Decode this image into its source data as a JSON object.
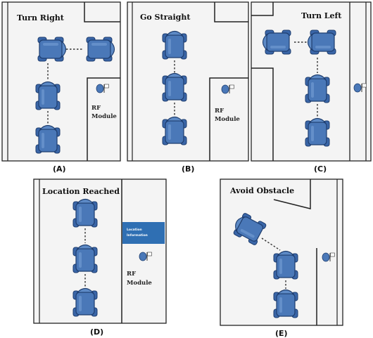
{
  "panels": [
    {
      "id": "A",
      "title": "Turn Right",
      "caption": "(A)",
      "rf_label_1": "RF",
      "rf_label_2": "Module"
    },
    {
      "id": "B",
      "title": "Go Straight",
      "caption": "(B)",
      "rf_label_1": "RF",
      "rf_label_2": "Module"
    },
    {
      "id": "C",
      "title": "Turn Left",
      "caption": "(C)"
    },
    {
      "id": "D",
      "title": "Location Reached",
      "caption": "(D)",
      "rf_label_1": "RF",
      "rf_label_2": "Module",
      "location_box_1": "Location",
      "location_box_2": "Information"
    },
    {
      "id": "E",
      "title": "Avoid Obstacle",
      "caption": "(E)"
    }
  ],
  "colors": {
    "robot_body": "#4a78b8",
    "robot_outline": "#1e3d6e",
    "robot_light": "#6f98d0",
    "location_box": "#2f6fb3",
    "panel_bg": "#f4f4f4",
    "wall": "#222222"
  }
}
